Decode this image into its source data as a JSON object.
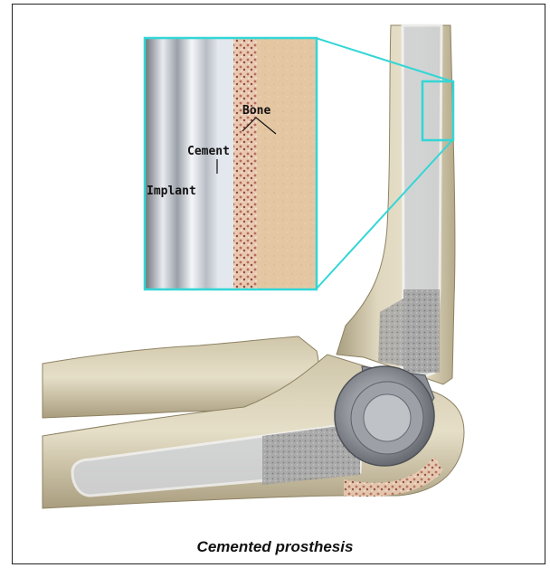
{
  "figure": {
    "caption": "Cemented prosthesis",
    "inset_labels": {
      "bone": "Bone",
      "cement": "Cement",
      "implant": "Implant"
    }
  },
  "colors": {
    "bone": "#d8cfb4",
    "bone_shadow": "#b9ad8e",
    "implant": "#b8bcc4",
    "cement": "#9a9a9a",
    "callout": "#33d6d6",
    "cancellous": "#d9a98f"
  }
}
